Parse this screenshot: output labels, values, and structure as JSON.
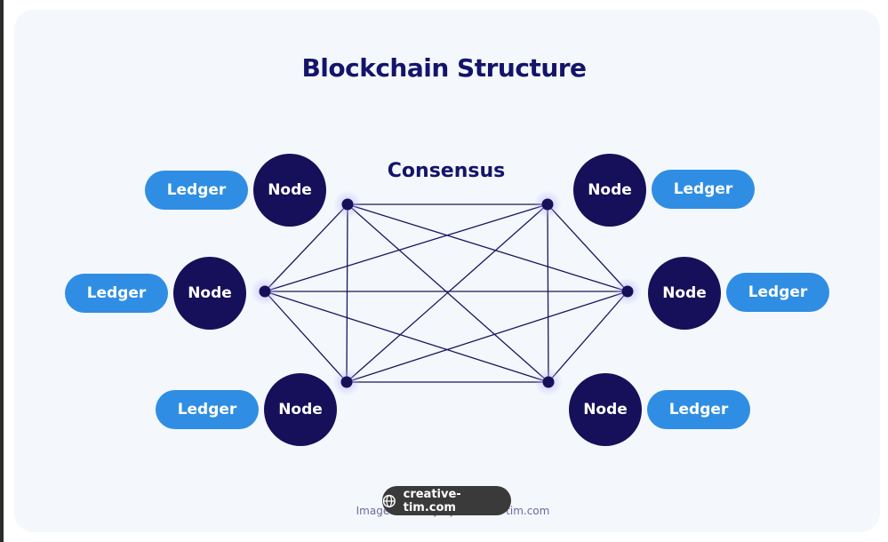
{
  "diagram": {
    "title": "Blockchain Structure",
    "center_label": "Consensus",
    "nodes": [
      {
        "label": "Node",
        "ledger": "Ledger"
      },
      {
        "label": "Node",
        "ledger": "Ledger"
      },
      {
        "label": "Node",
        "ledger": "Ledger"
      },
      {
        "label": "Node",
        "ledger": "Ledger"
      },
      {
        "label": "Node",
        "ledger": "Ledger"
      },
      {
        "label": "Node",
        "ledger": "Ledger"
      }
    ]
  },
  "footer": {
    "credit": "Image courtesy by creative-tim.com",
    "badge_text": "creative-tim.com",
    "badge_icon": "globe-icon"
  },
  "colors": {
    "node": "#160f5a",
    "ledger": "#2f8ee3",
    "title": "#14146a",
    "edge": "#1a1560"
  }
}
